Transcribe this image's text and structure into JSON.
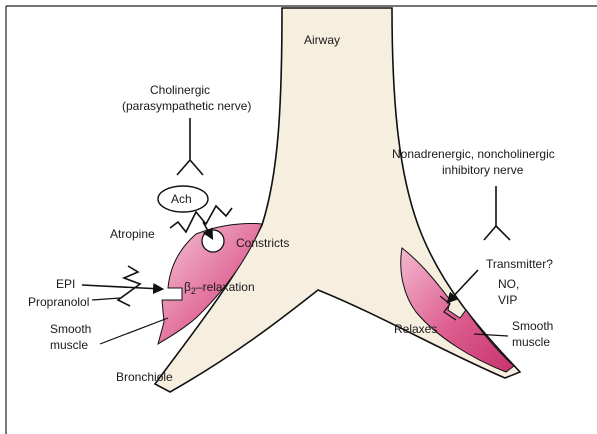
{
  "labels": {
    "airway": "Airway",
    "cholinergic_line1": "Cholinergic",
    "cholinergic_line2": "(parasympathetic nerve)",
    "ach": "Ach",
    "atropine": "Atropine",
    "constricts": "Constricts",
    "epi": "EPI",
    "propranolol": "Propranolol",
    "beta_symbol": "β",
    "beta_sub": "2",
    "beta_relaxation": "–relaxation",
    "smooth_muscle_left_1": "Smooth",
    "smooth_muscle_left_2": "muscle",
    "bronchiole": "Bronchiole",
    "nanc_line1": "Nonadrenergic, noncholinergic",
    "nanc_line2": "inhibitory nerve",
    "transmitter": "Transmitter?",
    "no": "NO,",
    "vip": "VIP",
    "relaxes": "Relaxes",
    "smooth_muscle_right_1": "Smooth",
    "smooth_muscle_right_2": "muscle"
  },
  "colors": {
    "airway_fill": "#f7f0e1",
    "muscle_pink": "#d6497f",
    "muscle_light": "#f2b6cc",
    "frame": "#222222"
  }
}
